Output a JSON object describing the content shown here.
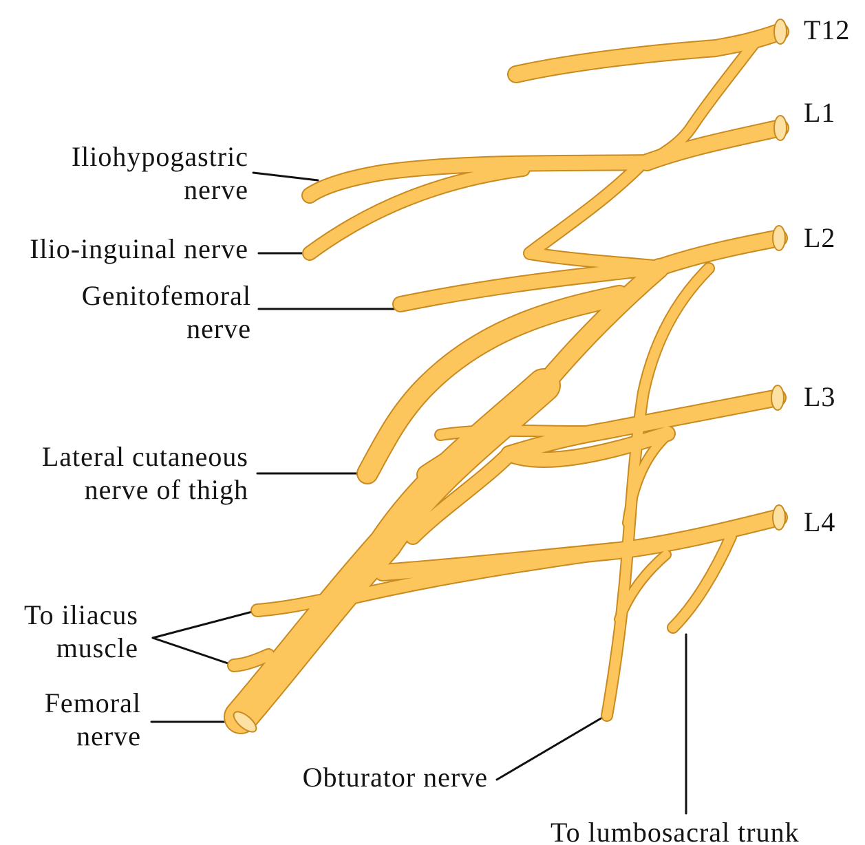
{
  "roots": {
    "t12": "T12",
    "l1": "L1",
    "l2": "L2",
    "l3": "L3",
    "l4": "L4"
  },
  "labels": {
    "iliohypogastric": [
      "Iliohypogastric",
      "nerve"
    ],
    "ilioinguinal": "Ilio-inguinal nerve",
    "genitofemoral": [
      "Genitofemoral",
      "nerve"
    ],
    "lateral_cutaneous": [
      "Lateral cutaneous",
      "nerve of thigh"
    ],
    "to_iliacus": [
      "To iliacus",
      "muscle"
    ],
    "femoral": [
      "Femoral",
      "nerve"
    ],
    "obturator": "Obturator nerve",
    "lumbosacral": "To lumbosacral trunk"
  },
  "colors": {
    "nerve_fill": "#fcc65c",
    "nerve_outline": "#c98a1f",
    "nerve_cut_end": "#fde1a2",
    "leader_line": "#111111",
    "text": "#141414"
  }
}
